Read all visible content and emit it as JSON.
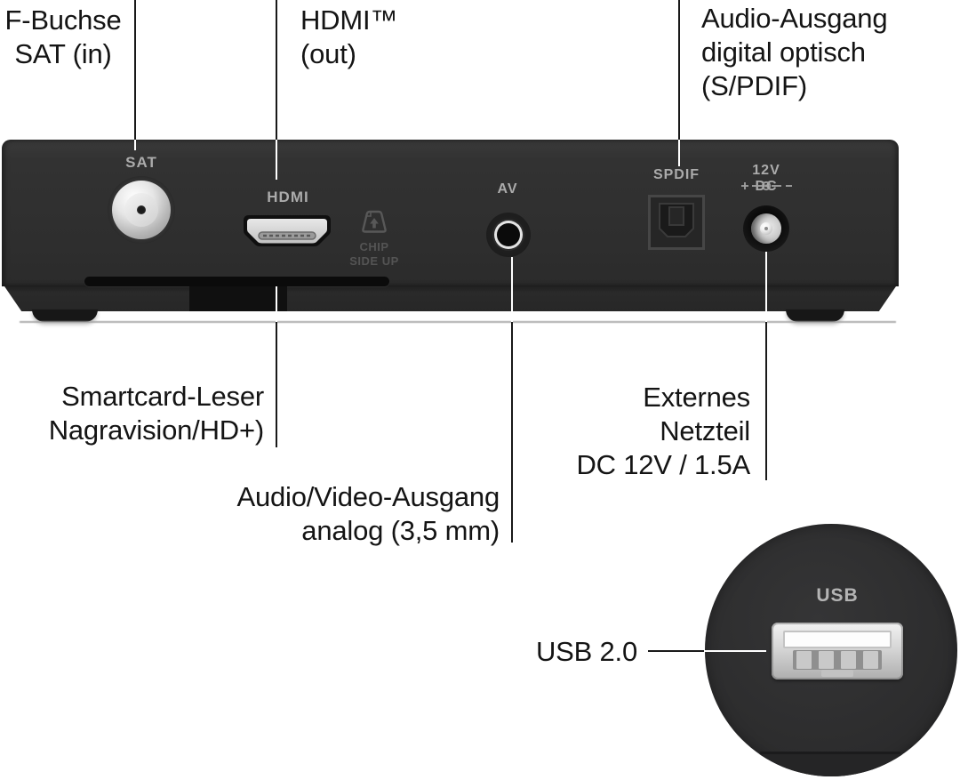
{
  "colors": {
    "background": "#ffffff",
    "device_body": "#2f2f2f",
    "device_band": "#272727",
    "port_label_grey": "#ababab",
    "chip_label_grey": "#545454",
    "callout_line_black": "#191919",
    "callout_line_on_device": "#ffffff",
    "text_black": "#141414"
  },
  "callouts": {
    "sat": {
      "lines": [
        "F-Buchse",
        "SAT (in)"
      ]
    },
    "hdmi": {
      "lines": [
        "HDMI™",
        "(out)"
      ]
    },
    "spdif": {
      "lines": [
        "Audio-Ausgang",
        "digital optisch",
        "(S/PDIF)"
      ]
    },
    "smartcard": {
      "lines": [
        "Smartcard-Leser",
        "Nagravision/HD+)"
      ]
    },
    "av": {
      "lines": [
        "Audio/Video-Ausgang",
        "analog (3,5 mm)"
      ]
    },
    "power": {
      "lines": [
        "Externes",
        "Netzteil",
        "DC 12V / 1.5A"
      ]
    },
    "usb": {
      "label": "USB 2.0"
    }
  },
  "device": {
    "port_labels": {
      "sat": "SAT",
      "hdmi": "HDMI",
      "chip_line1": "CHIP",
      "chip_line2": "SIDE UP",
      "av": "AV",
      "spdif": "SPDIF",
      "power": "12V DC"
    }
  },
  "inset": {
    "usb_port_label": "USB"
  }
}
